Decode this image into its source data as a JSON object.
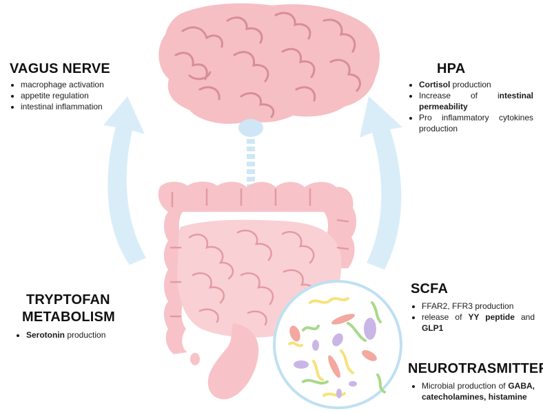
{
  "vagus": {
    "title": "VAGUS NERVE",
    "items": [
      "macrophage activation",
      "appetite regulation",
      "intestinal inflammation"
    ]
  },
  "hpa": {
    "title": "HPA",
    "item1": {
      "bold": "Cortisol",
      "rest": " production"
    },
    "item2": {
      "pre": "Increase of i",
      "bold": "ntestinal permeability"
    },
    "item3": "Pro inflammatory cytokines production"
  },
  "tryptofan": {
    "title_line1": "TRYPTOFAN",
    "title_line2": "METABOLISM",
    "item1": {
      "bold": "Serotonin",
      "rest": " production"
    }
  },
  "scfa": {
    "title": "SCFA",
    "item1": "FFAR2, FFR3 production",
    "item2": {
      "pre": "release of ",
      "bold1": "YY peptide",
      "mid": " and ",
      "bold2": "GLP1"
    }
  },
  "neuro": {
    "title": "NEUROTRASMITTERS",
    "item1": {
      "pre": "Microbial production of ",
      "bold": "GABA, catecholamines, histamine"
    }
  },
  "colors": {
    "brain": "#f5bfc4",
    "brain_lines": "#d88d96",
    "intestine": "#f7c3c8",
    "intestine_lines": "#e39aa3",
    "arrow": "#d9edf9",
    "connector": "#cfe6f6",
    "microbe_circle": "#bfe0f2"
  }
}
